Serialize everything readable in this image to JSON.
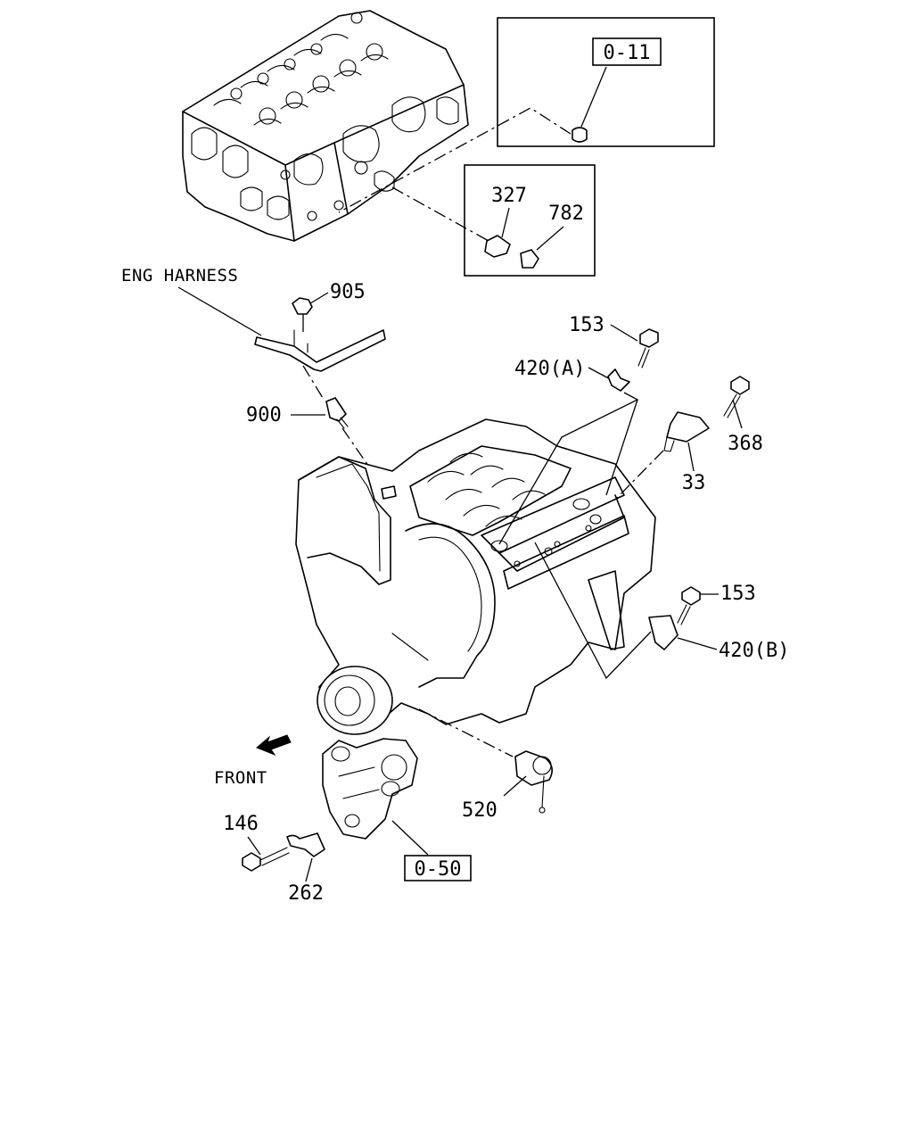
{
  "labels": {
    "ref_top": "0-11",
    "ref_bottom": "0-50",
    "p327": "327",
    "p782": "782",
    "harness": "ENG HARNESS",
    "p905": "905",
    "p900": "900",
    "p153_top": "153",
    "p420a": "420(A)",
    "p368": "368",
    "p33": "33",
    "p153_mid": "153",
    "p420b": "420(B)",
    "front": "FRONT",
    "p520": "520",
    "p146": "146",
    "p262": "262"
  }
}
